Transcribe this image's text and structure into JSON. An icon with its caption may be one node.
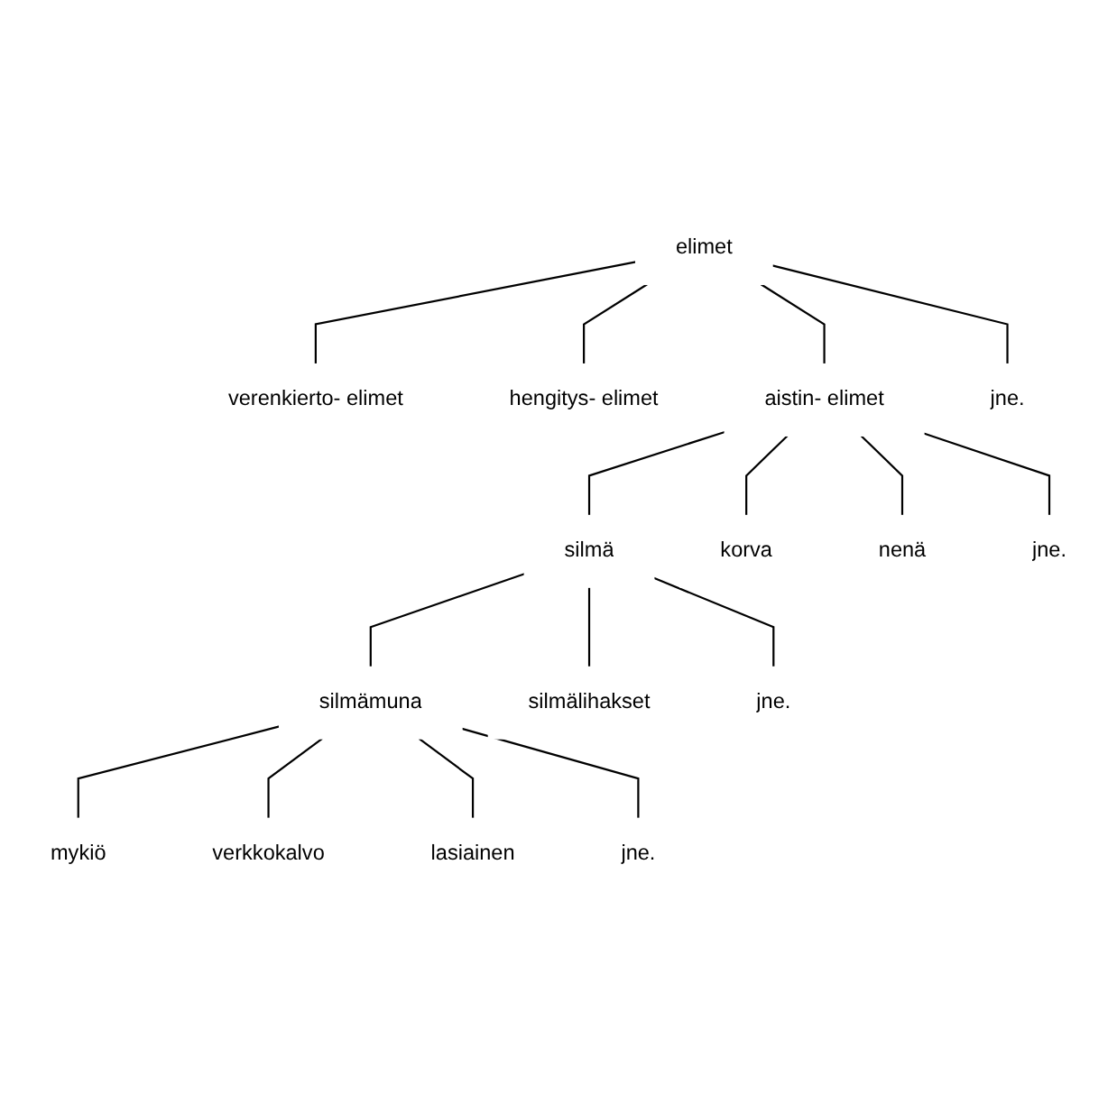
{
  "diagram": {
    "nodes": [
      {
        "text": [
          "elimet"
        ]
      },
      {
        "text": [
          "verenkierto- elimet"
        ]
      },
      {
        "text": [
          "hengitys- elimet"
        ]
      },
      {
        "text": [
          "aistin- elimet"
        ]
      },
      {
        "text": [
          "jne."
        ]
      },
      {
        "text": [
          "silmä"
        ]
      },
      {
        "text": [
          "korva"
        ]
      },
      {
        "text": [
          "nenä"
        ]
      },
      {
        "text": [
          "jne."
        ]
      },
      {
        "text": [
          "silmämuna"
        ]
      },
      {
        "text": [
          "silmälihakset"
        ]
      },
      {
        "text": [
          "jne."
        ]
      },
      {
        "text": [
          "mykiö"
        ]
      },
      {
        "text": [
          "verkkokalvo"
        ]
      },
      {
        "text": [
          "lasiainen"
        ]
      },
      {
        "text": [
          "jne."
        ]
      }
    ],
    "edges": [
      {
        "from": 0,
        "to": 1,
        "arrow": "none"
      },
      {
        "from": 0,
        "to": 2,
        "arrow": "none"
      },
      {
        "from": 0,
        "to": 3,
        "arrow": "none"
      },
      {
        "from": 0,
        "to": 4,
        "arrow": "none"
      },
      {
        "from": 3,
        "to": 5,
        "arrow": "none"
      },
      {
        "from": 3,
        "to": 6,
        "arrow": "none"
      },
      {
        "from": 3,
        "to": 7,
        "arrow": "none"
      },
      {
        "from": 3,
        "to": 8,
        "arrow": "none"
      },
      {
        "from": 5,
        "to": 9,
        "arrow": "none"
      },
      {
        "from": 5,
        "to": 10,
        "arrow": "none"
      },
      {
        "from": 5,
        "to": 11,
        "arrow": "none"
      },
      {
        "from": 9,
        "to": 12,
        "arrow": "none"
      },
      {
        "from": 9,
        "to": 13,
        "arrow": "none"
      },
      {
        "from": 9,
        "to": 14,
        "arrow": "none"
      },
      {
        "from": 9,
        "to": 15,
        "arrow": "none"
      }
    ]
  }
}
